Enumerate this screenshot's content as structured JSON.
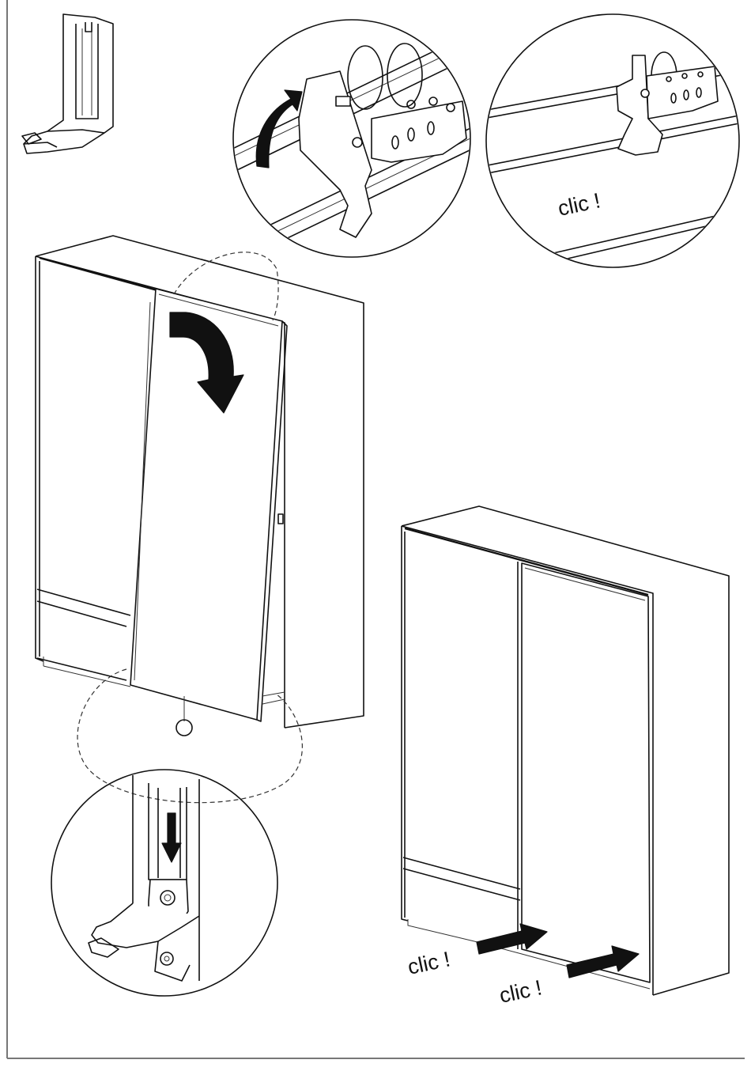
{
  "labels": {
    "clic_detail": "clic !",
    "clic_left": "clic !",
    "clic_right": "clic !"
  },
  "colors": {
    "line": "#111111",
    "frame": "#777777",
    "background": "#ffffff"
  },
  "icons": [
    "rotate-arrow-icon",
    "down-arrow-icon",
    "push-arrow-icon"
  ]
}
